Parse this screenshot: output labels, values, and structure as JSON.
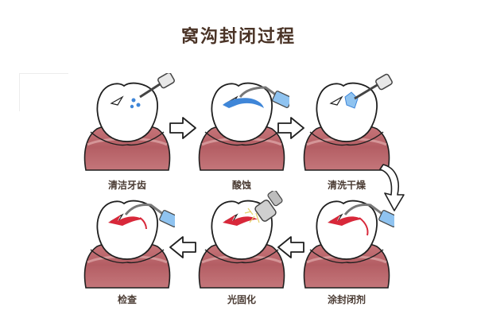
{
  "title": "窝沟封闭过程",
  "colors": {
    "title": "#4a3326",
    "label": "#4a3b33",
    "gum": "#b9646a",
    "gum_light": "#d89a9c",
    "tooth": "#ffffff",
    "outline": "#1f1f1f",
    "tool_blue": "#8fc3f0",
    "etch_blue": "#3f86d8",
    "sealant_red": "#d8283a",
    "light_tool_gray": "#a9a9a9",
    "light_glow": "#f1e9a8"
  },
  "steps": [
    {
      "order": 1,
      "label": "清洁牙齿",
      "tool": "brush"
    },
    {
      "order": 2,
      "label": "酸蚀",
      "tool": "etchant-applicator"
    },
    {
      "order": 3,
      "label": "清洗干燥",
      "tool": "water-air-syringe"
    },
    {
      "order": 4,
      "label": "涂封闭剂",
      "tool": "sealant-applicator"
    },
    {
      "order": 5,
      "label": "光固化",
      "tool": "curing-light"
    },
    {
      "order": 6,
      "label": "检查",
      "tool": "inspection-applicator"
    }
  ],
  "arrows": [
    {
      "from": 1,
      "to": 2,
      "direction": "right"
    },
    {
      "from": 2,
      "to": 3,
      "direction": "right"
    },
    {
      "from": 3,
      "to": 4,
      "direction": "curved-down"
    },
    {
      "from": 4,
      "to": 5,
      "direction": "left"
    },
    {
      "from": 5,
      "to": 6,
      "direction": "left"
    }
  ]
}
